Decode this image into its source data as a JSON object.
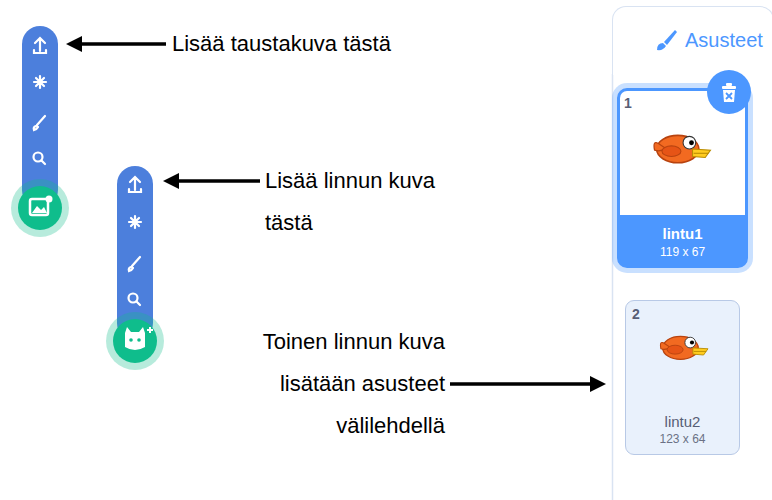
{
  "diagram": {
    "nodes": [
      {
        "text": [
          "Asusteet"
        ]
      },
      {
        "text": [
          "1",
          "lintu1",
          "119 x 67"
        ]
      },
      {
        "text": [
          "2",
          "lintu2",
          "123 x 64"
        ]
      }
    ],
    "labels": [
      "Lisää taustakuva tästä",
      "Lisää linnun kuva tästä",
      "Toinen linnun kuva lisätään asusteet välilehdellä"
    ]
  }
}
